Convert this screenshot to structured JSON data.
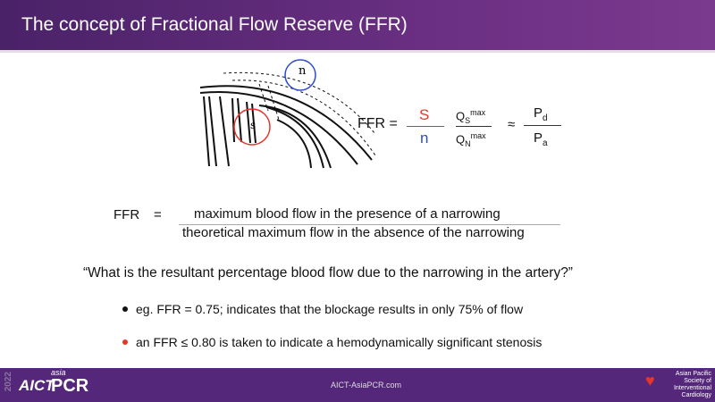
{
  "header": {
    "title": "The concept of Fractional Flow Reserve (FFR)"
  },
  "formula": {
    "lhs": "FFR =",
    "s": "S",
    "n": "n",
    "qs": "Q",
    "qs_sub": "S",
    "qs_sup": "max",
    "qn": "Q",
    "qn_sub": "N",
    "qn_sup": "max",
    "approx": "≈",
    "pd": "P",
    "pd_sub": "d",
    "pa": "P",
    "pa_sub": "a"
  },
  "diagram": {
    "label_n": "n",
    "label_s": "s"
  },
  "definition": {
    "lhs": "FFR",
    "eq": "=",
    "numerator": "maximum blood flow in the presence of a narrowing",
    "denominator": "theoretical maximum flow in the absence of the narrowing"
  },
  "question": "“What is the resultant percentage blood flow due to the narrowing in the artery?”",
  "bullets": [
    {
      "text": "eg. FFR = 0.75; indicates that the blockage results in only 75% of flow",
      "color": "#111111"
    },
    {
      "text": "an FFR ≤ 0.80 is taken to indicate a hemodynamically significant stenosis",
      "color": "#e8352a"
    }
  ],
  "footer": {
    "year": "2022",
    "logo_left": "AICT",
    "logo_asia": "asia",
    "logo_pcr": "PCR",
    "url": "AICT-AsiaPCR.com",
    "society": "Asian Pacific Society of Interventional Cardiology"
  },
  "colors": {
    "header": "#5b2a7a",
    "s": "#e8352a",
    "n": "#2b4bd0"
  }
}
